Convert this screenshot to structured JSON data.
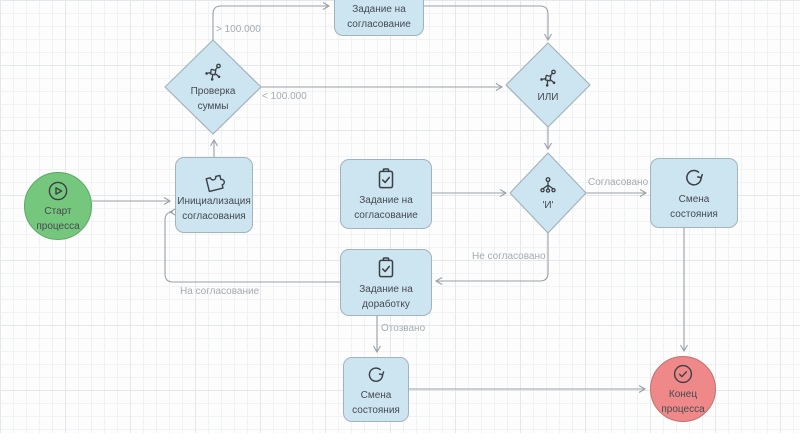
{
  "diagram": {
    "nodes": {
      "start": {
        "line1": "Старт",
        "line2": "процесса"
      },
      "init": {
        "line1": "Инициализация",
        "line2": "согласования"
      },
      "check_sum": {
        "line1": "Проверка",
        "line2": "суммы"
      },
      "task_top": {
        "line1": "Задание на",
        "line2": "согласование"
      },
      "gateway_or": {
        "line1": "ИЛИ"
      },
      "task_mid": {
        "line1": "Задание на",
        "line2": "согласование"
      },
      "gateway_and": {
        "line1": "'И'"
      },
      "state_right": {
        "line1": "Смена",
        "line2": "состояния"
      },
      "task_rework": {
        "line1": "Задание на",
        "line2": "доработку"
      },
      "state_bottom": {
        "line1": "Смена",
        "line2": "состояния"
      },
      "end": {
        "line1": "Конец",
        "line2": "процесса"
      }
    },
    "edge_labels": {
      "over_100k": "> 100.000",
      "under_100k": "< 100.000",
      "approved": "Согласовано",
      "not_approved": "Не согласовано",
      "to_approval": "На согласование",
      "withdrawn": "Отозвано"
    },
    "colors": {
      "start_fill": "#76c77e",
      "end_fill": "#ef8989",
      "node_fill": "#cde5f1",
      "node_border": "#a3b3bb",
      "edge": "#9aa1a8"
    }
  }
}
